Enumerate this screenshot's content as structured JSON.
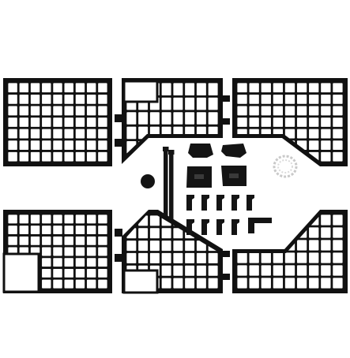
{
  "image": {
    "subject": "molle-panel-kit",
    "background_color": "#ffffff",
    "panel_color": "#111111",
    "hole_color": "#ffffff",
    "hardware_color": "#141414",
    "zip_tie_color": "#c9c9c9"
  },
  "parts": {
    "panels": [
      "top-left",
      "top-middle",
      "top-right",
      "bottom-left",
      "bottom-middle",
      "bottom-right"
    ],
    "hardware": [
      "straps",
      "brackets",
      "clips",
      "bolt-cap",
      "angle-bracket",
      "zip-ties"
    ]
  }
}
